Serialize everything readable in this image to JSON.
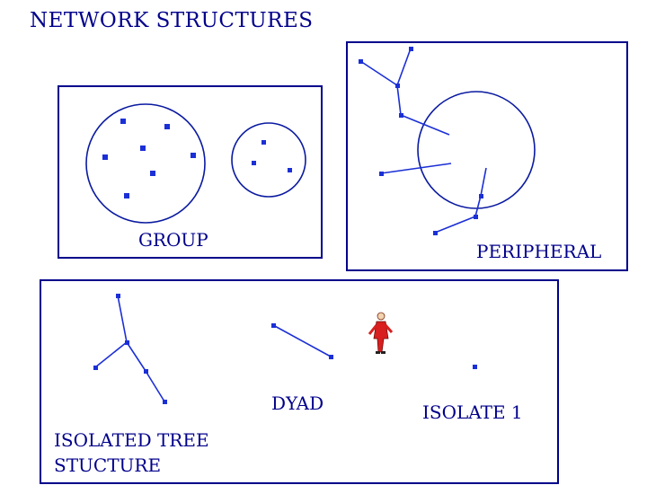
{
  "title": "NETWORK STRUCTURES",
  "labels": {
    "group": "GROUP",
    "peripheral": "PERIPHERAL",
    "dyad": "DYAD",
    "isolate": "ISOLATE 1",
    "tree_line1": "ISOLATED TREE",
    "tree_line2": "STUCTURE"
  },
  "colors": {
    "border": "#00008b",
    "node": "#1b2fd6",
    "figure": "#d81e1e"
  },
  "figure_icon": "red-person-figure-icon"
}
